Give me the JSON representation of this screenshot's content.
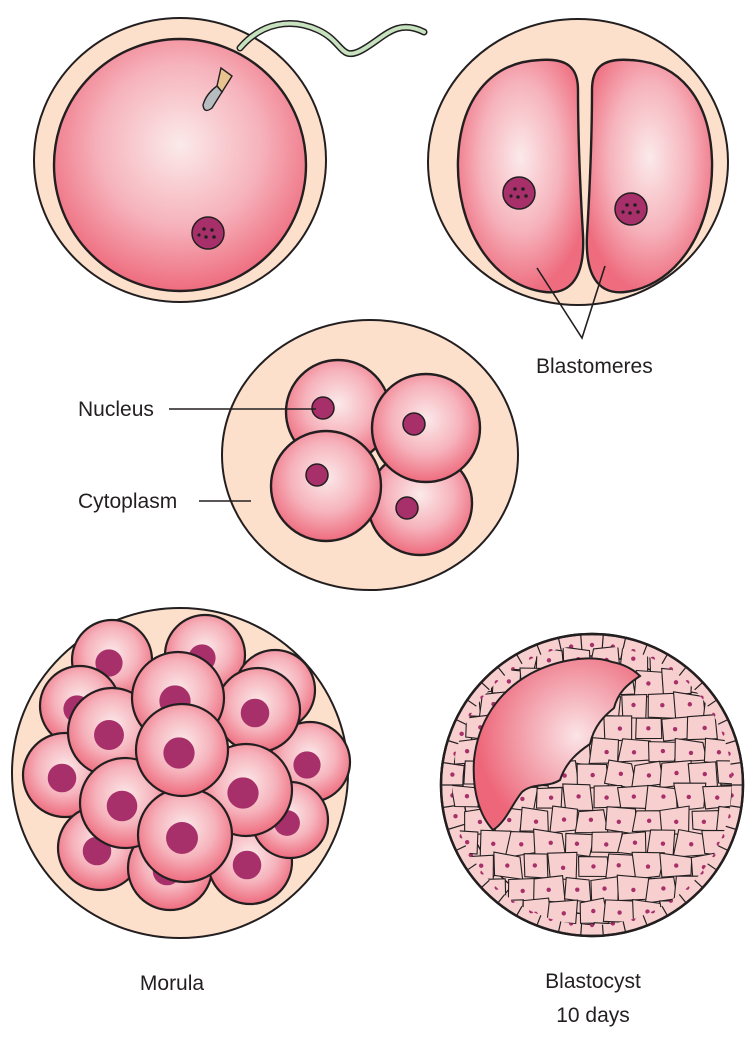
{
  "labels": {
    "blastomeres": "Blastomeres",
    "nucleus": "Nucleus",
    "cytoplasm": "Cytoplasm",
    "morula": "Morula",
    "blastocyst": "Blastocyst",
    "blastocyst_age": "10 days"
  },
  "colors": {
    "zona": "#fde0cc",
    "cell_light": "#fbeaea",
    "cell_dark": "#ee6c7e",
    "nucleus": "#a8306a",
    "outline": "#231f20",
    "sperm_tail": "#c6e2bf",
    "trophoblast_cell": "#f7cfcf",
    "cavity": "#f07284"
  }
}
